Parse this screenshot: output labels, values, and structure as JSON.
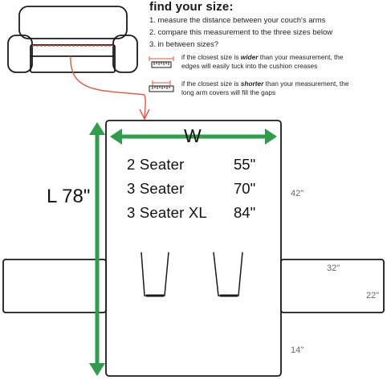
{
  "header": {
    "title": "find your size:",
    "steps": [
      "1. measure the distance between your couch's arms",
      "2. compare this measurement to the three sizes below",
      "3. in between sizes?"
    ]
  },
  "tips": [
    {
      "line1_before": "if the closest size is ",
      "line1_em": "wider",
      "line1_after": " than your measurement, the",
      "line2": "edges will easily tuck into the cushion creases"
    },
    {
      "line1_before": "if the closest size is ",
      "line1_em": "shorter",
      "line1_after": " than your measurement, the",
      "line2": "long arm covers will fill the gaps"
    }
  ],
  "cover": {
    "width_label": "W",
    "length_label": "L 78\"",
    "sizes": [
      {
        "name": "2 Seater",
        "width": "55\""
      },
      {
        "name": "3 Seater",
        "width": "70\""
      },
      {
        "name": "3 Seater XL",
        "width": "84\""
      }
    ],
    "dimensions": {
      "back_depth": "42\"",
      "arm_length": "32\"",
      "arm_height": "22\"",
      "seat_depth": "14\""
    }
  },
  "colors": {
    "arrow_green": "#2e9e4a",
    "measure_red": "#e8533d",
    "outline": "#1a1a1a"
  }
}
